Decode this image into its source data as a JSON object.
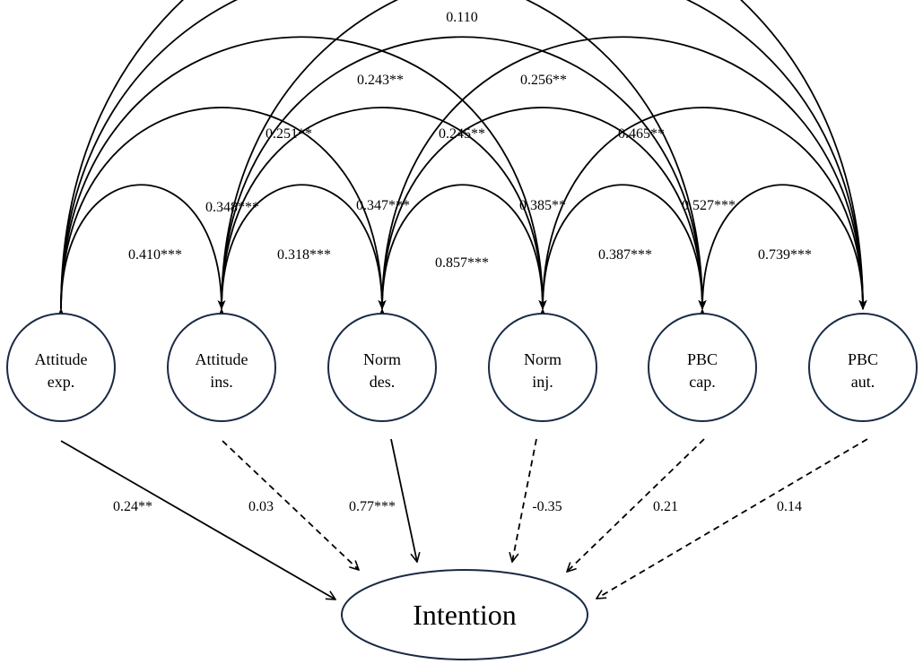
{
  "nodes": [
    {
      "id": "att_exp",
      "lines": [
        "Attitude",
        "exp."
      ]
    },
    {
      "id": "att_ins",
      "lines": [
        "Attitude",
        "ins."
      ]
    },
    {
      "id": "norm_des",
      "lines": [
        "Norm",
        "des."
      ]
    },
    {
      "id": "norm_inj",
      "lines": [
        "Norm",
        "inj."
      ]
    },
    {
      "id": "pbc_cap",
      "lines": [
        "PBC",
        "cap."
      ]
    },
    {
      "id": "pbc_aut",
      "lines": [
        "PBC",
        "aut."
      ]
    }
  ],
  "target": {
    "id": "intention",
    "label": "Intention"
  },
  "correlations": [
    {
      "from": 0,
      "to": 1,
      "label": "0.410***"
    },
    {
      "from": 1,
      "to": 2,
      "label": "0.318***"
    },
    {
      "from": 2,
      "to": 3,
      "label": "0.857***"
    },
    {
      "from": 3,
      "to": 4,
      "label": "0.387***"
    },
    {
      "from": 4,
      "to": 5,
      "label": "0.739***"
    },
    {
      "from": 0,
      "to": 2,
      "label": "0.348***"
    },
    {
      "from": 1,
      "to": 3,
      "label": "0.347***"
    },
    {
      "from": 2,
      "to": 4,
      "label": "0.385**"
    },
    {
      "from": 3,
      "to": 5,
      "label": "0.527***"
    },
    {
      "from": 0,
      "to": 3,
      "label": "0.251**"
    },
    {
      "from": 1,
      "to": 4,
      "label": "0.245**"
    },
    {
      "from": 2,
      "to": 5,
      "label": "0.465**"
    },
    {
      "from": 0,
      "to": 4,
      "label": "0.243**"
    },
    {
      "from": 1,
      "to": 5,
      "label": "0.256**"
    },
    {
      "from": 0,
      "to": 5,
      "label": "0.110"
    }
  ],
  "paths": [
    {
      "from": 0,
      "label": "0.24**",
      "style": "solid"
    },
    {
      "from": 1,
      "label": "0.03",
      "style": "dashed"
    },
    {
      "from": 2,
      "label": "0.77***",
      "style": "solid"
    },
    {
      "from": 3,
      "label": "-0.35",
      "style": "dashed"
    },
    {
      "from": 4,
      "label": "0.21",
      "style": "dashed"
    },
    {
      "from": 5,
      "label": "0.14",
      "style": "dashed"
    }
  ]
}
